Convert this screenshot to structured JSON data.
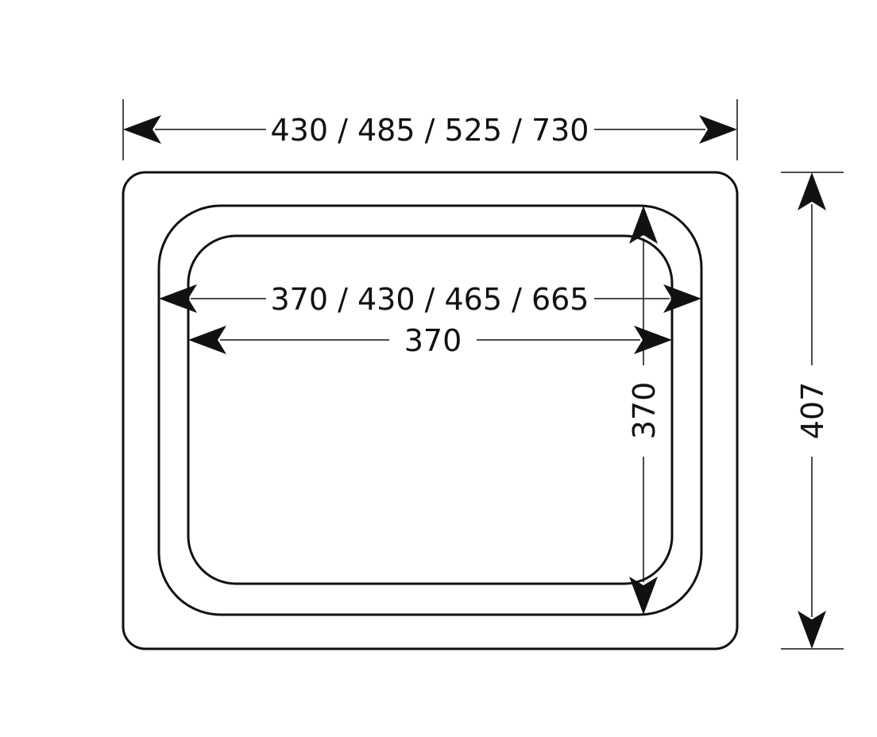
{
  "dimensions": {
    "overall_width": "430 / 485 / 525 / 730",
    "rim_width": "370 / 430 / 465 / 665",
    "base_width": "370",
    "base_depth": "370",
    "overall_depth": "407"
  },
  "colors": {
    "line": "#111111",
    "background": "#ffffff"
  }
}
